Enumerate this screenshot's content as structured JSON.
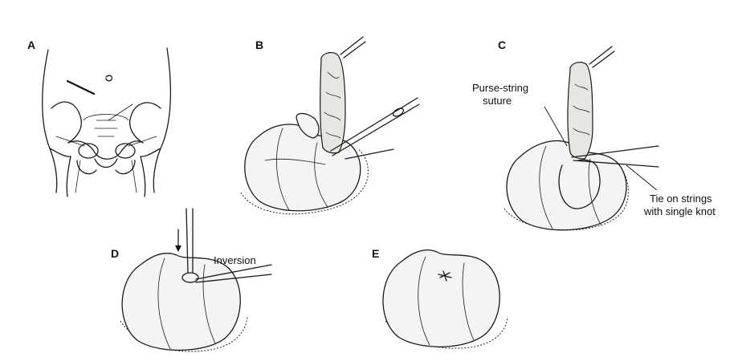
{
  "figure": {
    "panels": [
      {
        "id": "A",
        "label": "A"
      },
      {
        "id": "B",
        "label": "B"
      },
      {
        "id": "C",
        "label": "C"
      },
      {
        "id": "D",
        "label": "D"
      },
      {
        "id": "E",
        "label": "E"
      }
    ],
    "callouts": {
      "purse_string_line1": "Purse-string",
      "purse_string_line2": "suture",
      "tie_line1": "Tie on strings",
      "tie_line2": "with single knot",
      "inversion": "Inversion"
    }
  }
}
